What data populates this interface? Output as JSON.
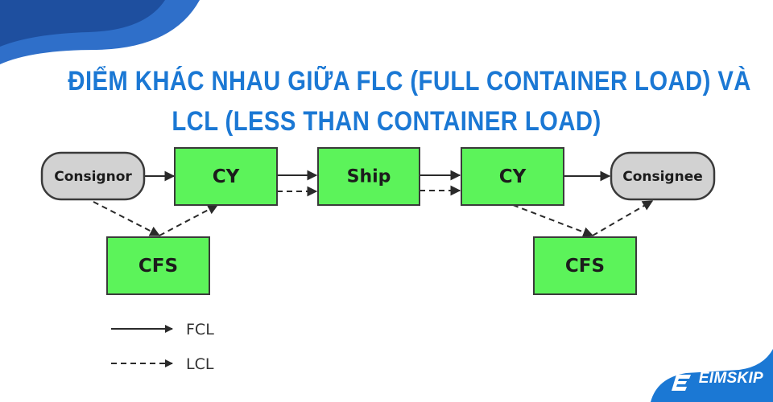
{
  "title": {
    "line1": "ĐIỂM KHÁC NHAU GIỮA FLC (FULL CONTAINER LOAD) VÀ",
    "line2": "LCL (LESS THAN CONTAINER LOAD)"
  },
  "colors": {
    "accent": "#1b78d4",
    "node_fill": "#5cf35a",
    "endpoint_fill": "#d2d2d2"
  },
  "nodes": {
    "consignor": "Consignor",
    "cy_origin": "CY",
    "ship": "Ship",
    "cy_destination": "CY",
    "consignee": "Consignee",
    "cfs_origin": "CFS",
    "cfs_destination": "CFS"
  },
  "legend": {
    "fcl": "FCL",
    "lcl": "LCL"
  },
  "logo": {
    "text": "EIMSKIP",
    "icon": "eimskip-e-icon"
  }
}
